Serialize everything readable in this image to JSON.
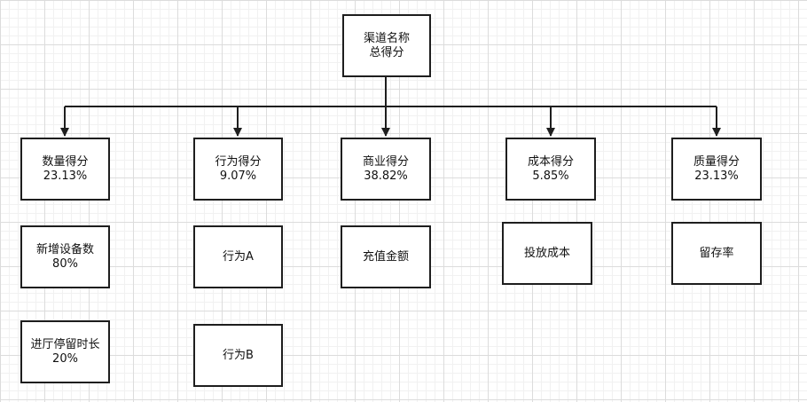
{
  "diagram": {
    "root": {
      "title": "渠道名称",
      "value": "总得分"
    },
    "categories": [
      {
        "title": "数量得分",
        "value": "23.13%"
      },
      {
        "title": "行为得分",
        "value": "9.07%"
      },
      {
        "title": "商业得分",
        "value": "38.82%"
      },
      {
        "title": "成本得分",
        "value": "5.85%"
      },
      {
        "title": "质量得分",
        "value": "23.13%"
      }
    ],
    "details": {
      "quantity": [
        {
          "title": "新增设备数",
          "value": "80%"
        },
        {
          "title": "进厅停留时长",
          "value": "20%"
        }
      ],
      "behavior": [
        {
          "title": "行为A"
        },
        {
          "title": "行为B"
        }
      ],
      "business": [
        {
          "title": "充值金额"
        }
      ],
      "cost": [
        {
          "title": "投放成本"
        }
      ],
      "quality": [
        {
          "title": "留存率"
        }
      ]
    },
    "colors": {
      "stroke": "#1e1e1e",
      "box_fill": "#ffffff",
      "text": "#111111"
    }
  }
}
